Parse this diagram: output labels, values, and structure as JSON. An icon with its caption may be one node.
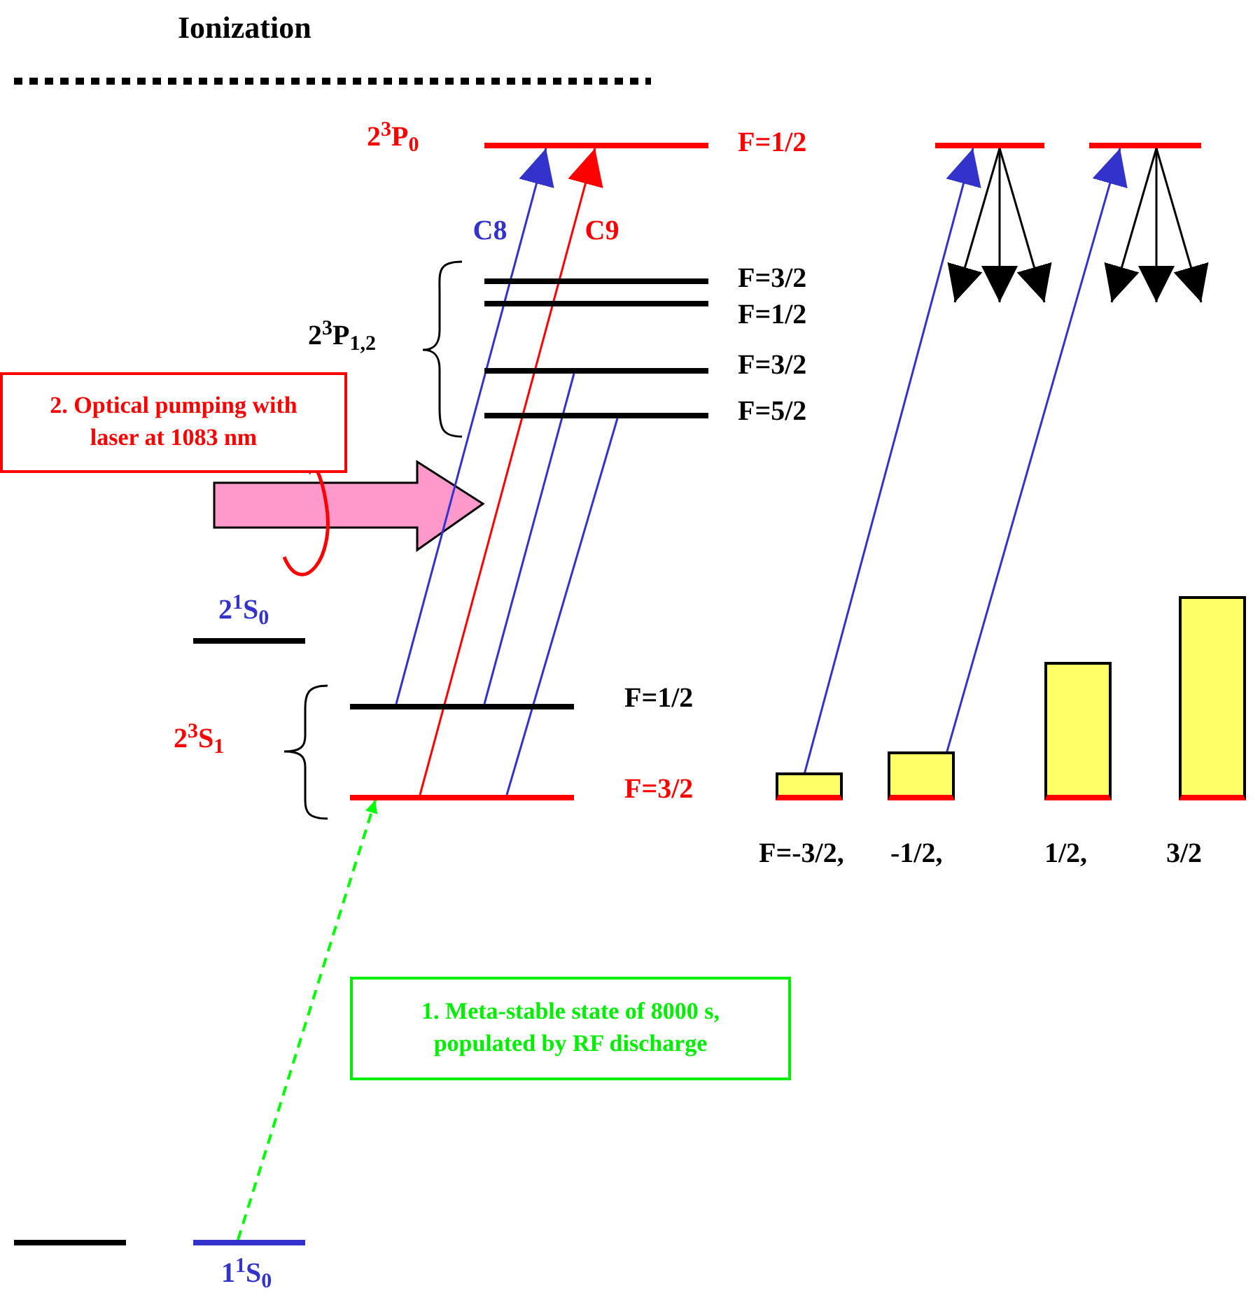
{
  "diagram": {
    "nodes": [
      {
        "text": [],
        "shape": "bar",
        "beside": [
          "2$^{3}$P$_{0}$",
          "F=1/2"
        ]
      },
      {
        "text": [],
        "shape": "bar",
        "beside": [
          "F=3/2"
        ]
      },
      {
        "text": [],
        "shape": "bar",
        "beside": [
          "F=1/2"
        ]
      },
      {
        "text": [],
        "shape": "bar",
        "beside": [
          "F=3/2"
        ]
      },
      {
        "text": [],
        "shape": "bar",
        "beside": [
          "F=5/2"
        ]
      },
      {
        "text": [],
        "shape": "bar",
        "beside": [
          "2$^{1}$S$_{0}$"
        ]
      },
      {
        "text": [],
        "shape": "bar",
        "beside": [
          "F=1/2"
        ]
      },
      {
        "text": [],
        "shape": "bar",
        "beside": [
          "F=3/2"
        ]
      },
      {
        "text": [],
        "shape": "bar"
      },
      {
        "text": [],
        "shape": "bar",
        "beside": [
          "1$^{1}$S$_{0}$"
        ]
      },
      {
        "text": [],
        "shape": "bar"
      },
      {
        "text": [],
        "shape": "bar"
      },
      {
        "text": [],
        "shape": "bar",
        "beside": [
          "F=-3/2,"
        ]
      },
      {
        "text": [],
        "shape": "bar",
        "beside": [
          "-1/2,"
        ]
      },
      {
        "text": [],
        "shape": "bar",
        "beside": [
          "1/2,"
        ]
      },
      {
        "text": [],
        "shape": "bar",
        "beside": [
          "3/2"
        ]
      },
      {
        "text": [
          "2. Optical pumping with laser at 1083 nm"
        ]
      },
      {
        "text": [
          "1. Meta-stable state of 8000 s, populated by RF discharge"
        ]
      }
    ],
    "edges": [
      {
        "from": 6,
        "to": 0,
        "arrow": "to",
        "label": "C8",
        "color": "#3333cc"
      },
      {
        "from": 7,
        "to": 0,
        "arrow": "to",
        "label": "C9",
        "color": "#ff0000"
      },
      {
        "from": 6,
        "to": 3,
        "arrow": "none",
        "color": "#3333cc"
      },
      {
        "from": 7,
        "to": 4,
        "arrow": "none",
        "color": "#3333cc"
      },
      {
        "from": 9,
        "to": 7,
        "arrow": "to",
        "style": "dashed",
        "color": "#00ff00"
      },
      {
        "from": 12,
        "to": 10,
        "arrow": "to",
        "color": "#3333cc"
      },
      {
        "from": 13,
        "to": 11,
        "arrow": "to",
        "color": "#3333cc"
      },
      {
        "from": 10,
        "to": null,
        "arrow": "to"
      },
      {
        "from": 10,
        "to": null,
        "arrow": "to"
      },
      {
        "from": 10,
        "to": null,
        "arrow": "to"
      },
      {
        "from": 11,
        "to": null,
        "arrow": "to"
      },
      {
        "from": 11,
        "to": null,
        "arrow": "to"
      },
      {
        "from": 11,
        "to": null,
        "arrow": "to"
      }
    ],
    "labels": [
      "Ionization",
      "2$^{3}$P$_{1,2}$",
      "2$^{3}$S$_{1}$"
    ]
  }
}
